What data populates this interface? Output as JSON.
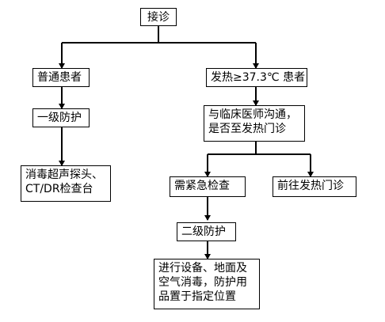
{
  "nodes": {
    "start": {
      "lines": [
        "接诊"
      ]
    },
    "normal_patient": {
      "lines": [
        "普通患者"
      ]
    },
    "fever_patient": {
      "lines": [
        "发热≥37.3℃ 患者"
      ]
    },
    "level1_protection": {
      "lines": [
        "一级防护"
      ]
    },
    "consult": {
      "lines": [
        "与临床医师沟通，",
        "是否至发热门诊"
      ]
    },
    "disinfect_probe": {
      "lines": [
        "消毒超声探头、",
        "CT/DR检查台"
      ]
    },
    "urgent_exam": {
      "lines": [
        "需紧急检查"
      ]
    },
    "go_fever_clinic": {
      "lines": [
        "前往发热门诊"
      ]
    },
    "level2_protection": {
      "lines": [
        "二级防护"
      ]
    },
    "disinfect_env": {
      "lines": [
        "进行设备、地面及",
        "空气消毒，防护用",
        "品置于指定位置"
      ]
    }
  },
  "colors": {
    "line": "#000000",
    "box_border": "#000000",
    "background": "#ffffff"
  }
}
